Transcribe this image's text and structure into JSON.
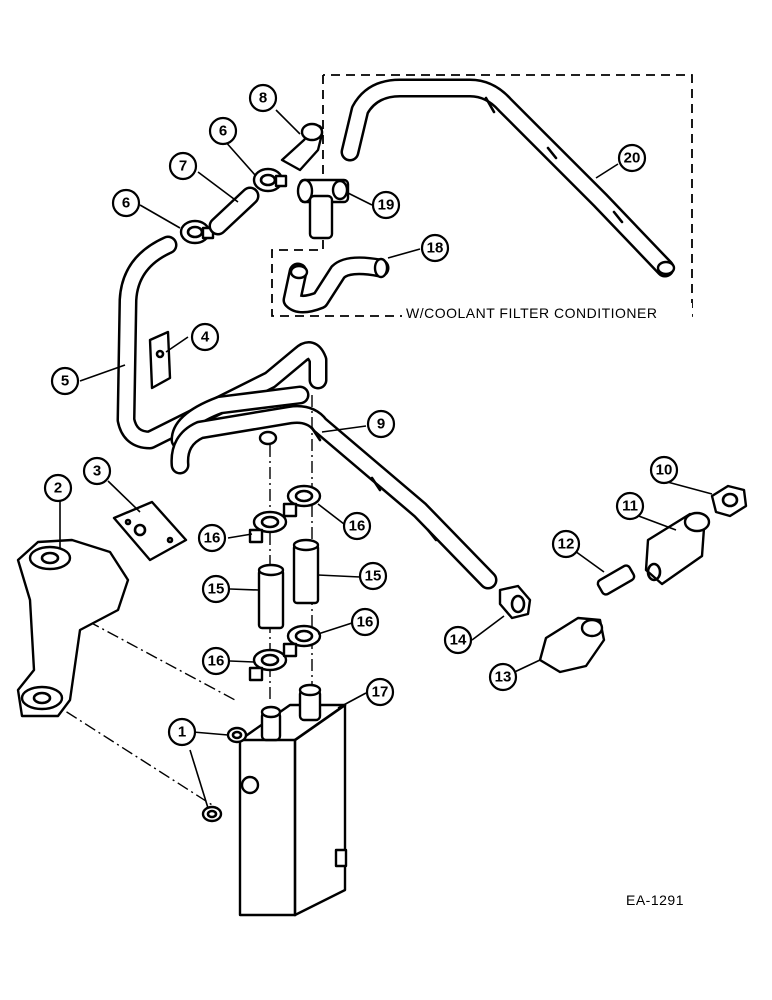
{
  "drawing_ref": "EA-1291",
  "box_label": "W/COOLANT FILTER CONDITIONER",
  "callouts": [
    "1",
    "2",
    "3",
    "4",
    "5",
    "6",
    "6",
    "7",
    "8",
    "9",
    "10",
    "11",
    "12",
    "13",
    "14",
    "15",
    "15",
    "16",
    "16",
    "16",
    "16",
    "17",
    "18",
    "19",
    "20"
  ]
}
